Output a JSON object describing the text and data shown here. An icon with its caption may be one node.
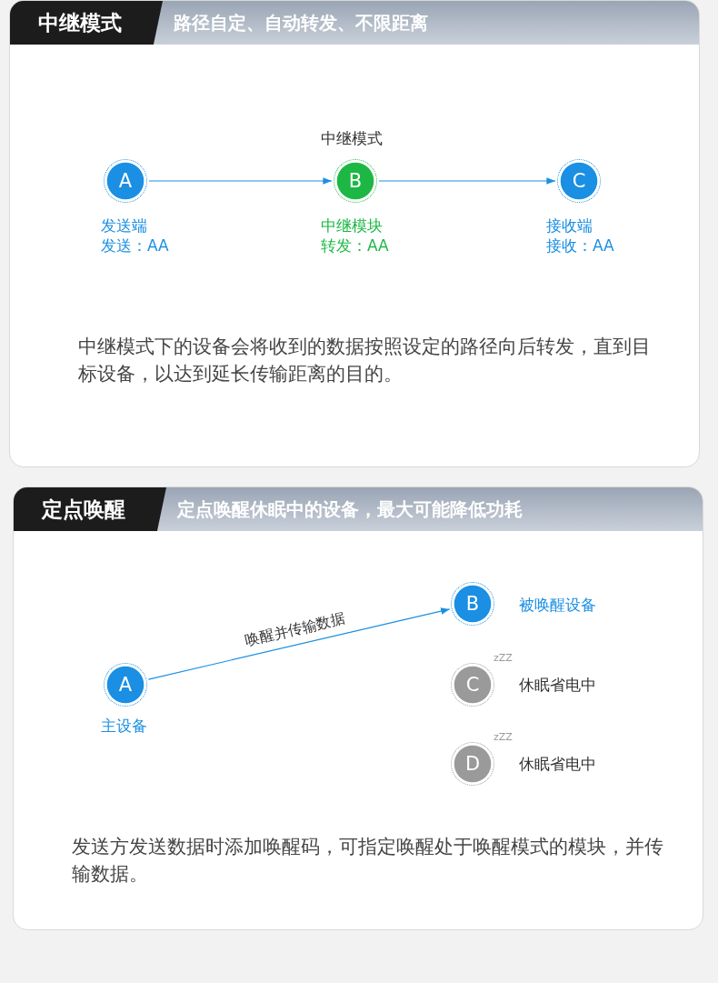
{
  "diagram": {
    "nodes": [
      {
        "text": [
          "中继模式",
          "路径自定、自动转发、不限距离",
          "中继模式下的设备会将收到的数据按照设定的路径向后转发，直到目标设备，以达到延长传输距离的目的。"
        ]
      },
      {
        "text": [
          "A"
        ],
        "in": 0,
        "beside": [
          "发送端",
          "发送：AA"
        ]
      },
      {
        "text": [
          "B"
        ],
        "in": 0,
        "beside": [
          "中继模式",
          "中继模块",
          "转发：AA"
        ]
      },
      {
        "text": [
          "C"
        ],
        "in": 0,
        "beside": [
          "接收端",
          "接收：AA"
        ]
      },
      {
        "text": [
          "定点唤醒",
          "定点唤醒休眠中的设备，最大可能降低功耗",
          "发送方发送数据时添加唤醒码，可指定唤醒处于唤醒模式的模块，并传输数据。"
        ]
      },
      {
        "text": [
          "A"
        ],
        "in": 4,
        "beside": [
          "主设备"
        ]
      },
      {
        "text": [
          "B"
        ],
        "in": 4,
        "beside": [
          "被唤醒设备"
        ]
      },
      {
        "text": [
          "C"
        ],
        "in": 4,
        "beside": [
          "休眠省电中"
        ]
      },
      {
        "text": [
          "D"
        ],
        "in": 4,
        "beside": [
          "休眠省电中"
        ]
      }
    ],
    "edges": [
      {
        "from": 1,
        "to": 2,
        "arrow": "to"
      },
      {
        "from": 2,
        "to": 3,
        "arrow": "to"
      },
      {
        "from": 5,
        "to": 6,
        "arrow": "to",
        "label": "唤醒并传输数据"
      }
    ],
    "labels": [
      "zZZ",
      "zZZ"
    ]
  }
}
